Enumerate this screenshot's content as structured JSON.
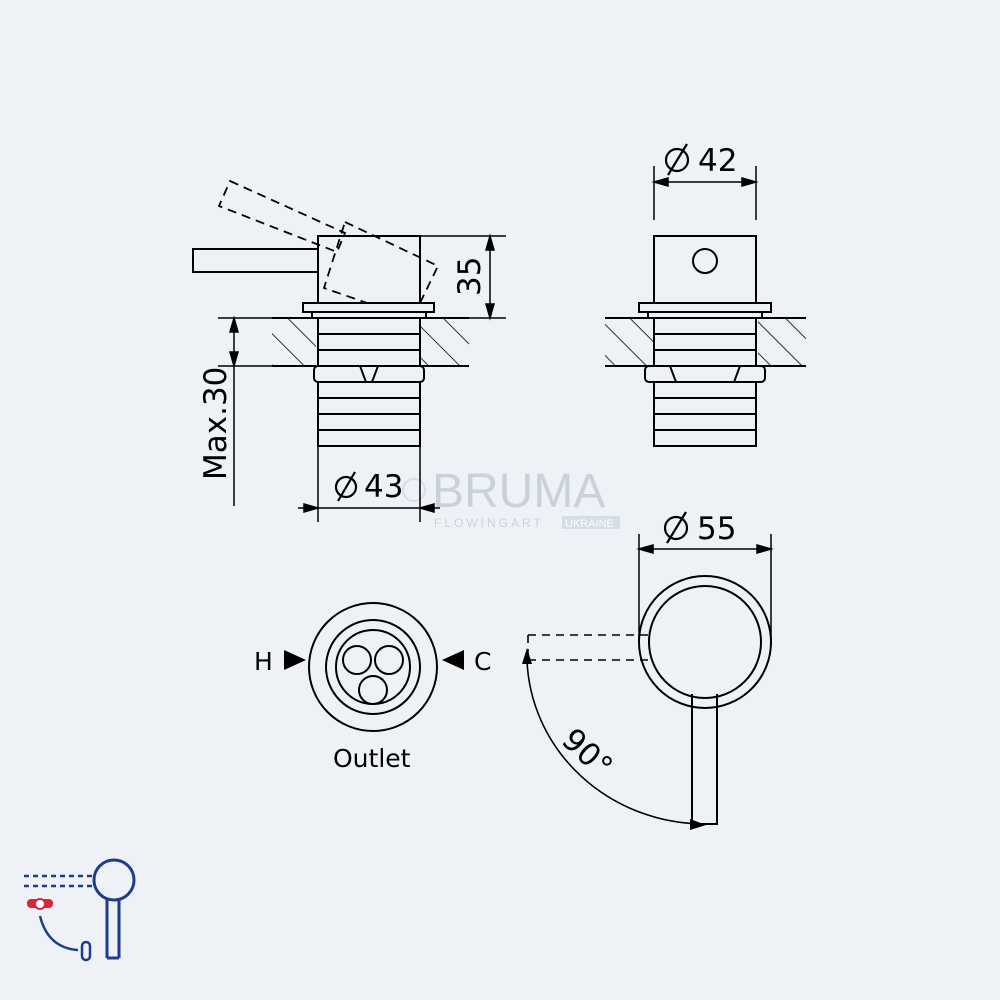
{
  "labels": {
    "dia_42": "42",
    "height_35": "35",
    "max_30": "Max.30",
    "dia_43": "43",
    "dia_55": "55",
    "hot": "H",
    "cold": "C",
    "outlet": "Outlet",
    "angle": "90°"
  },
  "watermark": {
    "brand": "BRUMA",
    "tagline": "FLOWINGART",
    "region": "UKRAINE"
  },
  "icons": {
    "diameter": "diameter-symbol",
    "badge": "lever-rotation-icon"
  },
  "colors": {
    "background": "#eef2f6",
    "line": "#000000",
    "icon_blue": "#1d3b8f",
    "icon_red": "#d9263a"
  }
}
